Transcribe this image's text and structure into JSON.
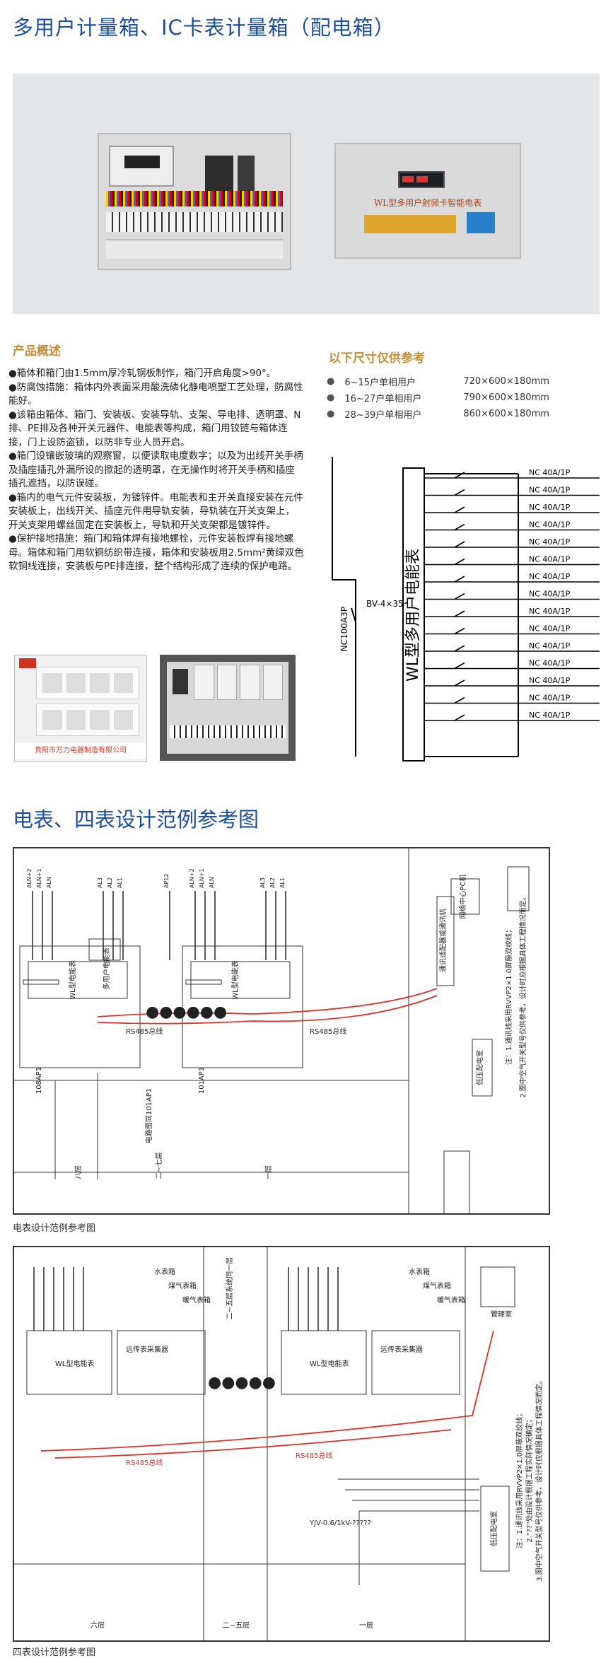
{
  "page": {
    "title": "多用户计量箱、IC卡表计量箱（配电箱）",
    "second_title": "电表、四表设计范例参考图"
  },
  "hero": {
    "cabinet_label": "WL型多用户射频卡智能电表"
  },
  "overview": {
    "heading": "产品概述",
    "paragraphs": [
      "●箱体和箱门由1.5mm厚冷轧钢板制作，箱门开启角度>90°。",
      "●防腐蚀措施：箱体内外表面采用酸洗磷化静电喷塑工艺处理，防腐性能好。",
      "●该箱由箱体、箱门、安装板、安装导轨、支架、导电排、透明罩、N排、PE排及各种开关元器件、电能表等构成，箱门用铰链与箱体连接，门上设防盗锁，以防非专业人员开启。",
      "●箱门设镶嵌玻璃的观察窗，以便读取电度数字；以及为出线开关手柄及插座插孔外漏所设的掀起的透明罩，在无操作时将开关手柄和插座插孔遮挡，以防误碰。",
      "●箱内的电气元件安装板，为镀锌件。电能表和主开关直接安装在元件安装板上，出线开关、插座元件用导轨安装，导轨装在开关支架上，开关支架用螺丝固定在安装板上，导轨和开关支架都是镀锌件。",
      "●保护接地措施：箱门和箱体焊有接地螺栓，元件安装板焊有接地螺母。箱体和箱门用软铜纺织带连接，箱体和安装板用2.5mm²黄绿双色软铜线连接，安装板与PE排连接，整个结构形成了连续的保护电路。"
    ]
  },
  "sizes": {
    "heading": "以下尺寸仅供参考",
    "rows": [
      {
        "range": "6~15户单相用户",
        "dim": "720×600×180mm"
      },
      {
        "range": "16~27户单相用户",
        "dim": "790×600×180mm"
      },
      {
        "range": "28~39户单相用户",
        "dim": "860×600×180mm"
      }
    ]
  },
  "photo": {
    "brand_text": "贵阳市万力电器制造有限公司"
  },
  "diagram1": {
    "main_breaker": "NC100A3P",
    "cable": "BV-4×35",
    "meter_box": "WL型多用户电能表",
    "outputs": [
      "NC 40A/1P",
      "NC 40A/1P",
      "NC 40A/1P",
      "NC 40A/1P",
      "NC 40A/1P",
      "NC 40A/1P",
      "NC 40A/1P",
      "NC 40A/1P",
      "NC 40A/1P",
      "NC 40A/1P",
      "NC 40A/1P",
      "NC 40A/1P",
      "NC 40A/1P",
      "NC 40A/1P",
      "NC 40A/1P"
    ]
  },
  "diagram2": {
    "caption": "电表设计范例参考图",
    "box_left": "108AP1",
    "box_right": "101AP1",
    "floor_8": "八层",
    "floor_2_7": "二~七层",
    "floor_1": "一层",
    "same_as": "电路图同101AP1",
    "meter": "WL型电能表",
    "multi_meter": "多用户电能表",
    "bus": "RS485总线",
    "network_center": "网络中心PC机",
    "comm_adapter": "通讯适配器或通讯机",
    "low_voltage": "低压配电室",
    "notes": [
      "注：1.通讯线采用RVVP2×1.0屏蔽双绞线；",
      "2.图中空气开关型号仅供参考，设计时应根据具体工程情况而定。"
    ],
    "labels_top": [
      "ALN+2",
      "ALN+1",
      "ALN",
      "AL3",
      "AL2",
      "AL1",
      "AP12"
    ]
  },
  "diagram3": {
    "caption": "四表设计范例参考图",
    "floor_6": "六层",
    "floor_2_5": "二~五层",
    "floor_1": "一层",
    "same_as": "二~五层系统同一层",
    "meter": "WL型电能表",
    "collector": "远传表采集器",
    "water": "水表箱",
    "gas": "煤气表箱",
    "heat": "暖气表箱",
    "manager": "管理室",
    "low_voltage": "低压配电室",
    "bus": "RS485总线",
    "cable": "YJV-0.6/1kV-?????",
    "notes": [
      "注：1.通讯线采用RVVP2×1.0屏蔽双绞线；",
      "2.\"??\"处由设计根据工程实际情况确定；",
      "3.图中空气开关型号仅供参考，设计时应根据具体工程情况而定。"
    ]
  },
  "colors": {
    "title_blue": "#1d4e9c",
    "heading_gold": "#c58d36",
    "bus_red": "#d9342b"
  }
}
